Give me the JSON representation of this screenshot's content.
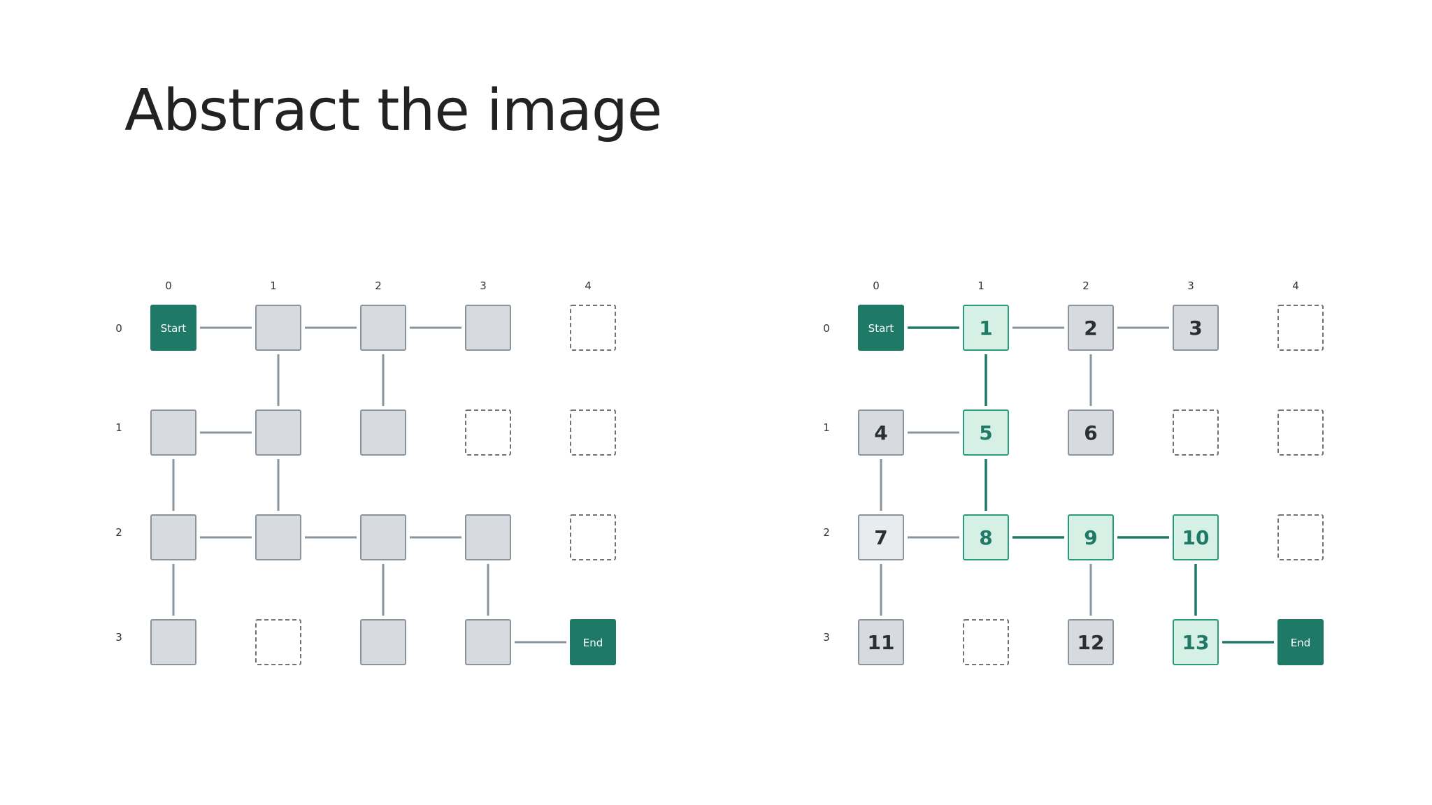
{
  "title": "Abstract the image",
  "colors": {
    "endpoint": "#1e7a66",
    "path_fill": "#d7f0e6",
    "path_stroke": "#2a9a7c",
    "path_text": "#1e7a66",
    "path_edge": "#1e7a66",
    "cell_fill": "#d7dbdf",
    "cell_light_fill": "#e9ecef",
    "cell_stroke": "#8a949c",
    "cell_text": "#2a2f33",
    "edge": "#8a949c",
    "empty_stroke": "#6e7378"
  },
  "grids": [
    {
      "name": "left-grid",
      "col_labels": [
        "0",
        "1",
        "2",
        "3",
        "4"
      ],
      "row_labels": [
        "0",
        "1",
        "2",
        "3"
      ],
      "cells": [
        {
          "r": 0,
          "c": 0,
          "kind": "start",
          "label": "Start"
        },
        {
          "r": 0,
          "c": 1,
          "kind": "normal",
          "label": ""
        },
        {
          "r": 0,
          "c": 2,
          "kind": "normal",
          "label": ""
        },
        {
          "r": 0,
          "c": 3,
          "kind": "normal",
          "label": ""
        },
        {
          "r": 0,
          "c": 4,
          "kind": "empty",
          "label": ""
        },
        {
          "r": 1,
          "c": 0,
          "kind": "normal",
          "label": ""
        },
        {
          "r": 1,
          "c": 1,
          "kind": "normal",
          "label": ""
        },
        {
          "r": 1,
          "c": 2,
          "kind": "normal",
          "label": ""
        },
        {
          "r": 1,
          "c": 3,
          "kind": "empty",
          "label": ""
        },
        {
          "r": 1,
          "c": 4,
          "kind": "empty",
          "label": ""
        },
        {
          "r": 2,
          "c": 0,
          "kind": "normal",
          "label": ""
        },
        {
          "r": 2,
          "c": 1,
          "kind": "normal",
          "label": ""
        },
        {
          "r": 2,
          "c": 2,
          "kind": "normal",
          "label": ""
        },
        {
          "r": 2,
          "c": 3,
          "kind": "normal",
          "label": ""
        },
        {
          "r": 2,
          "c": 4,
          "kind": "empty",
          "label": ""
        },
        {
          "r": 3,
          "c": 0,
          "kind": "normal",
          "label": ""
        },
        {
          "r": 3,
          "c": 1,
          "kind": "empty",
          "label": ""
        },
        {
          "r": 3,
          "c": 2,
          "kind": "normal",
          "label": ""
        },
        {
          "r": 3,
          "c": 3,
          "kind": "normal",
          "label": ""
        },
        {
          "r": 3,
          "c": 4,
          "kind": "end",
          "label": "End"
        }
      ],
      "edges": [
        {
          "from": [
            0,
            0
          ],
          "to": [
            0,
            1
          ],
          "kind": "normal"
        },
        {
          "from": [
            0,
            1
          ],
          "to": [
            0,
            2
          ],
          "kind": "normal"
        },
        {
          "from": [
            0,
            2
          ],
          "to": [
            0,
            3
          ],
          "kind": "normal"
        },
        {
          "from": [
            0,
            1
          ],
          "to": [
            1,
            1
          ],
          "kind": "normal"
        },
        {
          "from": [
            0,
            2
          ],
          "to": [
            1,
            2
          ],
          "kind": "normal"
        },
        {
          "from": [
            1,
            0
          ],
          "to": [
            1,
            1
          ],
          "kind": "normal"
        },
        {
          "from": [
            1,
            0
          ],
          "to": [
            2,
            0
          ],
          "kind": "normal"
        },
        {
          "from": [
            1,
            1
          ],
          "to": [
            2,
            1
          ],
          "kind": "normal"
        },
        {
          "from": [
            2,
            0
          ],
          "to": [
            2,
            1
          ],
          "kind": "normal"
        },
        {
          "from": [
            2,
            1
          ],
          "to": [
            2,
            2
          ],
          "kind": "normal"
        },
        {
          "from": [
            2,
            2
          ],
          "to": [
            2,
            3
          ],
          "kind": "normal"
        },
        {
          "from": [
            2,
            0
          ],
          "to": [
            3,
            0
          ],
          "kind": "normal"
        },
        {
          "from": [
            2,
            2
          ],
          "to": [
            3,
            2
          ],
          "kind": "normal"
        },
        {
          "from": [
            2,
            3
          ],
          "to": [
            3,
            3
          ],
          "kind": "normal"
        },
        {
          "from": [
            3,
            3
          ],
          "to": [
            3,
            4
          ],
          "kind": "normal"
        }
      ]
    },
    {
      "name": "right-grid",
      "col_labels": [
        "0",
        "1",
        "2",
        "3",
        "4"
      ],
      "row_labels": [
        "0",
        "1",
        "2",
        "3"
      ],
      "cells": [
        {
          "r": 0,
          "c": 0,
          "kind": "start",
          "label": "Start"
        },
        {
          "r": 0,
          "c": 1,
          "kind": "path",
          "label": "1"
        },
        {
          "r": 0,
          "c": 2,
          "kind": "normal",
          "label": "2"
        },
        {
          "r": 0,
          "c": 3,
          "kind": "normal",
          "label": "3"
        },
        {
          "r": 0,
          "c": 4,
          "kind": "empty",
          "label": ""
        },
        {
          "r": 1,
          "c": 0,
          "kind": "normal",
          "label": "4"
        },
        {
          "r": 1,
          "c": 1,
          "kind": "path",
          "label": "5"
        },
        {
          "r": 1,
          "c": 2,
          "kind": "normal",
          "label": "6"
        },
        {
          "r": 1,
          "c": 3,
          "kind": "empty",
          "label": ""
        },
        {
          "r": 1,
          "c": 4,
          "kind": "empty",
          "label": ""
        },
        {
          "r": 2,
          "c": 0,
          "kind": "light",
          "label": "7"
        },
        {
          "r": 2,
          "c": 1,
          "kind": "path",
          "label": "8"
        },
        {
          "r": 2,
          "c": 2,
          "kind": "path",
          "label": "9"
        },
        {
          "r": 2,
          "c": 3,
          "kind": "path",
          "label": "10"
        },
        {
          "r": 2,
          "c": 4,
          "kind": "empty",
          "label": ""
        },
        {
          "r": 3,
          "c": 0,
          "kind": "normal",
          "label": "11"
        },
        {
          "r": 3,
          "c": 1,
          "kind": "empty",
          "label": ""
        },
        {
          "r": 3,
          "c": 2,
          "kind": "normal",
          "label": "12"
        },
        {
          "r": 3,
          "c": 3,
          "kind": "path",
          "label": "13"
        },
        {
          "r": 3,
          "c": 4,
          "kind": "end",
          "label": "End"
        }
      ],
      "edges": [
        {
          "from": [
            0,
            0
          ],
          "to": [
            0,
            1
          ],
          "kind": "path"
        },
        {
          "from": [
            0,
            1
          ],
          "to": [
            0,
            2
          ],
          "kind": "normal"
        },
        {
          "from": [
            0,
            2
          ],
          "to": [
            0,
            3
          ],
          "kind": "normal"
        },
        {
          "from": [
            0,
            1
          ],
          "to": [
            1,
            1
          ],
          "kind": "path"
        },
        {
          "from": [
            0,
            2
          ],
          "to": [
            1,
            2
          ],
          "kind": "normal"
        },
        {
          "from": [
            1,
            0
          ],
          "to": [
            1,
            1
          ],
          "kind": "normal"
        },
        {
          "from": [
            1,
            0
          ],
          "to": [
            2,
            0
          ],
          "kind": "normal"
        },
        {
          "from": [
            1,
            1
          ],
          "to": [
            2,
            1
          ],
          "kind": "path"
        },
        {
          "from": [
            2,
            0
          ],
          "to": [
            2,
            1
          ],
          "kind": "normal"
        },
        {
          "from": [
            2,
            1
          ],
          "to": [
            2,
            2
          ],
          "kind": "path"
        },
        {
          "from": [
            2,
            2
          ],
          "to": [
            2,
            3
          ],
          "kind": "path"
        },
        {
          "from": [
            2,
            0
          ],
          "to": [
            3,
            0
          ],
          "kind": "normal"
        },
        {
          "from": [
            2,
            2
          ],
          "to": [
            3,
            2
          ],
          "kind": "normal"
        },
        {
          "from": [
            2,
            3
          ],
          "to": [
            3,
            3
          ],
          "kind": "path"
        },
        {
          "from": [
            3,
            3
          ],
          "to": [
            3,
            4
          ],
          "kind": "path"
        }
      ]
    }
  ]
}
